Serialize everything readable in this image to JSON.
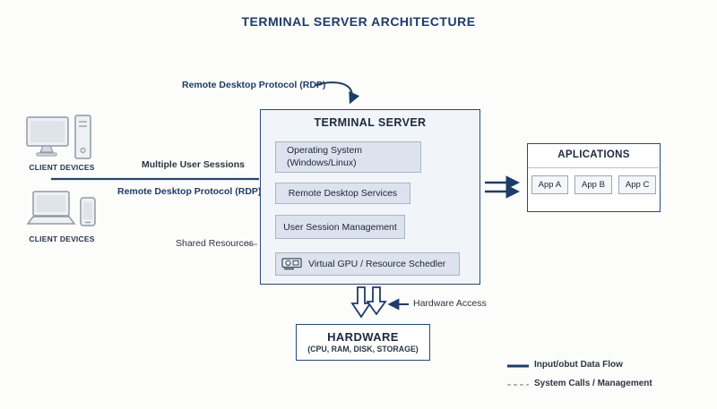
{
  "title": "TERMINAL SERVER ARCHITECTURE",
  "labels": {
    "rdp_top": "Remote Desktop Protocol (RDP)",
    "multiple_user_sessions": "Multiple User Sessions",
    "rdp_connection": "Remote Desktop Protocol (RDP)",
    "shared_resources": "Shared Resources",
    "hardware_access": "Hardware Access"
  },
  "clients": [
    {
      "label": "CLIENT DEVICES"
    },
    {
      "label": "CLIENT DEVICES"
    }
  ],
  "terminal_server": {
    "title": "TERMINAL SERVER",
    "components": [
      {
        "name": "operating-system",
        "line1": "Operating System",
        "line2": "(Windows/Linux)"
      },
      {
        "name": "remote-desktop-services",
        "line1": "Remote Desktop Services"
      },
      {
        "name": "user-session-management",
        "line1": "User Session Management"
      },
      {
        "name": "virtual-gpu-scheduler",
        "line1": "Virtual GPU / Resource Schedler"
      }
    ]
  },
  "applications": {
    "title": "APLICATIONS",
    "apps": [
      "App A",
      "App B",
      "App C"
    ]
  },
  "hardware": {
    "title": "HARDWARE",
    "subtitle": "(CPU, RAM, DISK, STORAGE)"
  },
  "legend": [
    {
      "style": "solid",
      "label": "Input/obut Data Flow"
    },
    {
      "style": "dashed",
      "label": "System Calls / Management"
    }
  ],
  "icons": {
    "client_group_1": "desktop-computer-icon",
    "client_group_2": "laptop-phone-icon",
    "gpu": "gpu-card-icon"
  },
  "colors": {
    "navy": "#1d3c66",
    "text_dark": "#2b3642",
    "component_fill": "#dce3ee",
    "server_panel_fill": "#f1f4f9",
    "border_light": "#a9b5c6",
    "dash_gray": "#9aa0a8",
    "background": "#fcfcfa"
  }
}
